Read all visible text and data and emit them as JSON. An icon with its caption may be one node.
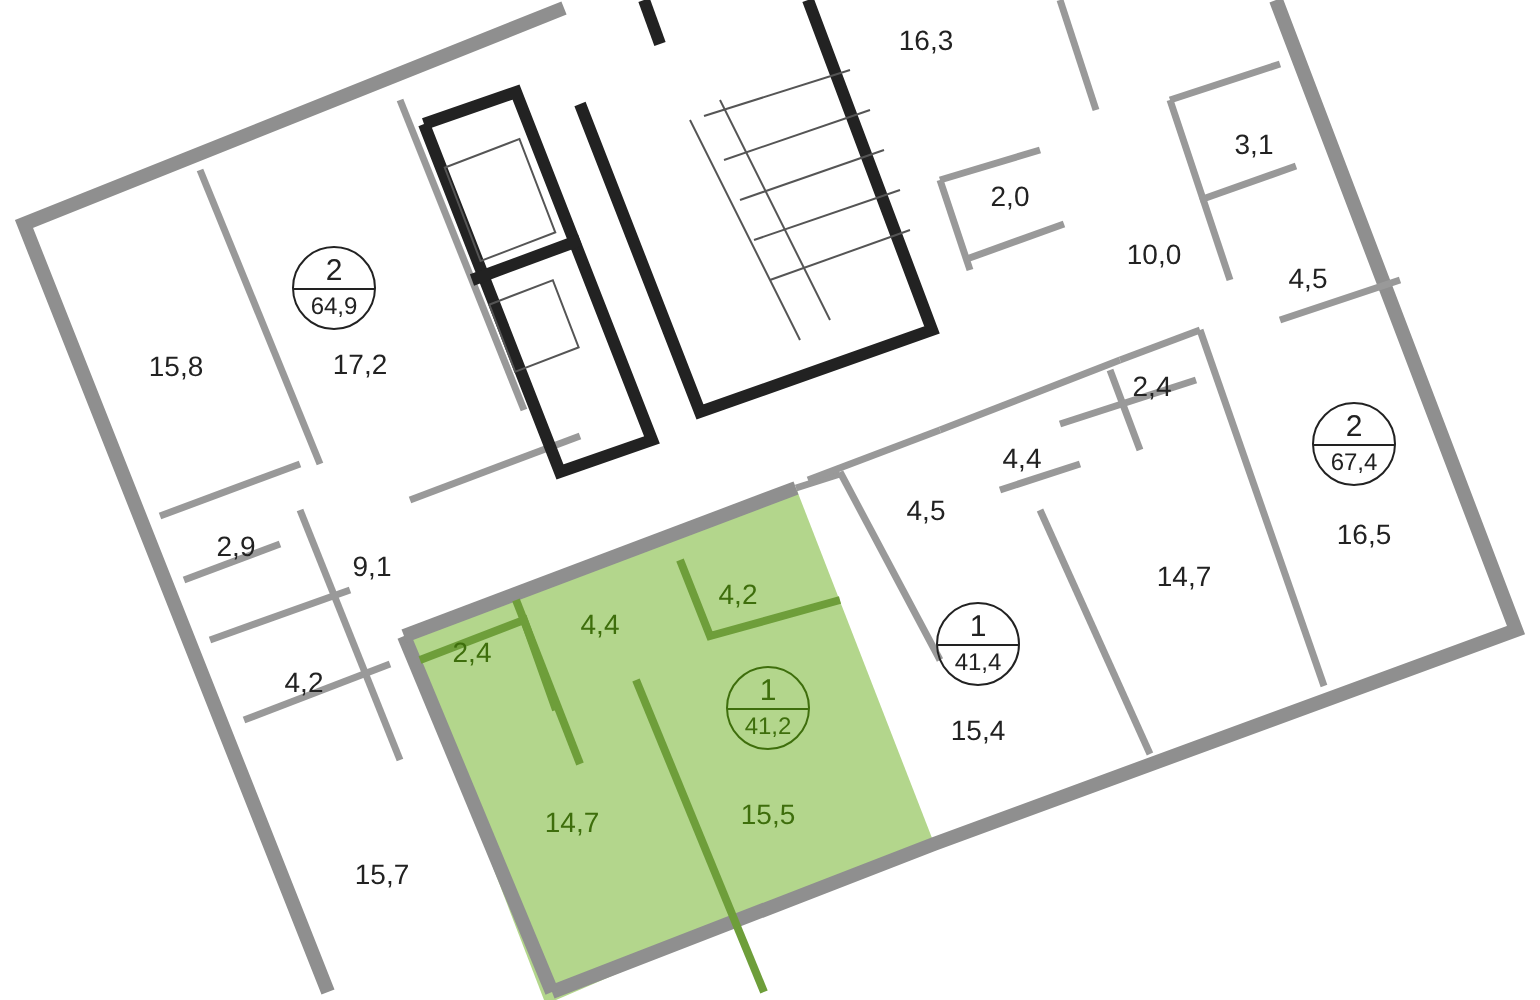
{
  "diagram": {
    "nodes": [
      {
        "text": [
          "2",
          "64,9"
        ]
      },
      {
        "text": [
          "2",
          "67,4"
        ]
      },
      {
        "text": [
          "1",
          "41,4"
        ]
      },
      {
        "text": [
          "1",
          "41,2"
        ]
      }
    ],
    "labels": [
      "16,3",
      "3,1",
      "2,0",
      "10,0",
      "4,5",
      "15,8",
      "17,2",
      "2,4",
      "4,4",
      "4,5",
      "16,5",
      "2,9",
      "9,1",
      "14,7",
      "4,2",
      "4,4",
      "2,4",
      "4,2",
      "15,4",
      "15,5",
      "14,7",
      "15,7"
    ]
  }
}
